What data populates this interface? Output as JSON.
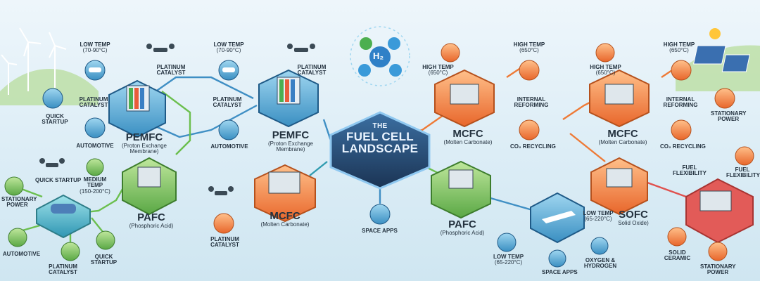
{
  "center": {
    "title_small": "THE",
    "title_line1": "FUEL CELL",
    "title_line2": "LANDSCAPE",
    "molecule": "H₂"
  },
  "nodes": {
    "pemfc_left": {
      "name": "PEMFC",
      "sub1": "(Proton Exchange",
      "sub2": "Membrane)"
    },
    "pemfc_mid": {
      "name": "PEMFC",
      "sub1": "(Proton Exchange",
      "sub2": "Membrane)"
    },
    "pafc_left": {
      "name": "PAFC",
      "sub1": "(Phosphoric Acid)"
    },
    "mcfc_mid": {
      "name": "MCFC",
      "sub1": "(Molten Carbonate)"
    },
    "mcfc_right1": {
      "name": "MCFC",
      "sub1": "(Molten Carbonate)"
    },
    "mcfc_right2": {
      "name": "MCFC",
      "sub1": "(Molten Carbonate)"
    },
    "pafc_right": {
      "name": "PAFC",
      "sub1": "(Phosphoric Acid)"
    },
    "sofc": {
      "name": "SOFC",
      "sub1": "Solid Oxide)"
    }
  },
  "labels": {
    "low_temp_1": "LOW TEMP",
    "low_temp_1b": "(70-90°C)",
    "low_temp_2": "LOW TEMP",
    "low_temp_2b": "(70-90°C)",
    "platinum_1": "PLATINUM",
    "platinum_1b": "CATALYST",
    "platinum_2": "PLATINUM",
    "platinum_2b": "CATALYST",
    "platinum_3": "PLATINUM",
    "platinum_3b": "CATALYST",
    "platinum_4": "PLATINUM",
    "platinum_4b": "CATALYST",
    "platinum_5": "PLATINUM",
    "platinum_5b": "CATALYST",
    "quick_startup_1": "QUICK",
    "quick_startup_1b": "STARTUP",
    "quick_startup_2": "QUICK STARTUP",
    "quick_startup_3": "QUICK",
    "quick_startup_3b": "STARTUP",
    "automotive_1": "AUTOMOTIVE",
    "automotive_2": "AUTOMOTIVE",
    "automotive_3": "AUTOMOTIVE",
    "medium_temp": "MEDIUM",
    "medium_temp_b": "TEMP",
    "medium_temp_c": "(150-200°C)",
    "stationary_1": "STATIONARY",
    "stationary_1b": "POWER",
    "stationary_2": "STATIONARY",
    "stationary_2b": "POWER",
    "stationary_3": "STATIONARY",
    "stationary_3b": "POWER",
    "high_temp_1": "HIGH TEMP",
    "high_temp_1b": "(650°C)",
    "high_temp_2": "HIGH TEMP",
    "high_temp_2b": "(650°C)",
    "high_temp_3": "HIGH TEMP",
    "high_temp_3b": "(650°C)",
    "high_temp_4": "HIGH TEMP",
    "high_temp_4b": "(650°C)",
    "internal_1": "INTERNAL",
    "internal_1b": "REFORMING",
    "internal_2": "INTERNAL",
    "internal_2b": "REFORMING",
    "co2_1": "CO₂ RECYCLING",
    "co2_2": "CO₂ RECYCLING",
    "space_apps_1": "SPACE APPS",
    "space_apps_2": "SPACE APPS",
    "low_temp_3": "LOW TEMP",
    "low_temp_3b": "(65-220°C)",
    "low_temp_4": "LOW TEMP",
    "low_temp_4b": "(65-220°C)",
    "oxygen": "OXYGEN &",
    "oxygen_b": "HYDROGEN",
    "fuel_flex_1": "FUEL",
    "fuel_flex_1b": "FLEXIBILITY",
    "fuel_flex_2": "FUEL",
    "fuel_flex_2b": "FLEXIBILITY",
    "solid_ceramic": "SOLID",
    "solid_ceramic_b": "CERAMIC"
  },
  "colors": {
    "blue": "#3f8fc4",
    "teal": "#2f9bb0",
    "orange": "#ee7a36",
    "green": "#6bbf4e",
    "navy": "#1f3a5c"
  }
}
